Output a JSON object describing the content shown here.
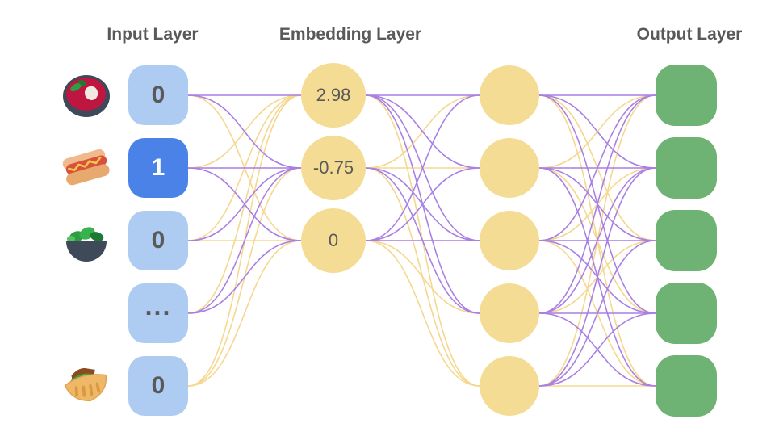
{
  "titles": {
    "input": "Input Layer",
    "embedding": "Embedding Layer",
    "output": "Output Layer"
  },
  "colors": {
    "background": "#FFFFFF",
    "title_text": "#595959",
    "node_text": "#595959",
    "input_inactive": "#AECBF2",
    "input_active": "#4B82E8",
    "input_active_text": "#FFFFFF",
    "embedding_fill": "#F5DC95",
    "hidden_fill": "#F5DC95",
    "output_fill": "#6FB374",
    "edge_purple": "#A97FE3",
    "edge_yellow": "#F5D78E"
  },
  "layers": {
    "input": {
      "nodes": [
        {
          "value": "0",
          "active": false,
          "icon": "borscht-soup-icon"
        },
        {
          "value": "1",
          "active": true,
          "icon": "hot-dog-icon"
        },
        {
          "value": "0",
          "active": false,
          "icon": "green-salad-icon"
        },
        {
          "value": "...",
          "active": false,
          "icon": ""
        },
        {
          "value": "0",
          "active": false,
          "icon": "pita-sandwich-icon"
        }
      ]
    },
    "embedding": {
      "nodes": [
        {
          "value": "2.98"
        },
        {
          "value": "-0.75"
        },
        {
          "value": "0"
        }
      ]
    },
    "hidden": {
      "nodes": [
        {
          "value": ""
        },
        {
          "value": ""
        },
        {
          "value": ""
        },
        {
          "value": ""
        },
        {
          "value": ""
        }
      ]
    },
    "output": {
      "nodes": [
        {
          "value": ""
        },
        {
          "value": ""
        },
        {
          "value": ""
        },
        {
          "value": ""
        },
        {
          "value": ""
        }
      ]
    }
  },
  "edges": {
    "input_to_embedding": [
      [
        "p",
        "p",
        "y"
      ],
      [
        "y",
        "p",
        "p"
      ],
      [
        "y",
        "p",
        "y"
      ],
      [
        "y",
        "p",
        "p"
      ],
      [
        "y",
        "y",
        "y"
      ]
    ],
    "embedding_to_hidden": [
      [
        "p",
        "p",
        "p",
        "p",
        "y"
      ],
      [
        "y",
        "y",
        "p",
        "p",
        "y"
      ],
      [
        "p",
        "p",
        "p",
        "y",
        "y"
      ]
    ],
    "hidden_to_output": [
      [
        "p",
        "p",
        "y",
        "p",
        "y"
      ],
      [
        "y",
        "p",
        "p",
        "y",
        "p"
      ],
      [
        "p",
        "y",
        "p",
        "p",
        "y"
      ],
      [
        "p",
        "p",
        "y",
        "p",
        "p"
      ],
      [
        "y",
        "p",
        "p",
        "p",
        "y"
      ]
    ]
  }
}
